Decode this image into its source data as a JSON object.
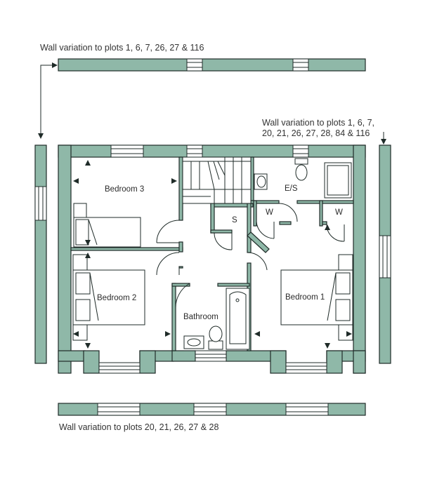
{
  "notes": {
    "top_variation": "Wall variation to plots 1, 6, 7, 26, 27 & 116",
    "right_variation_line1": "Wall variation to plots  1, 6, 7,",
    "right_variation_line2": "20, 21, 26, 27, 28, 84 & 116",
    "bottom_variation": "Wall variation to plots 20, 21, 26, 27 & 28"
  },
  "rooms": {
    "bedroom3": "Bedroom 3",
    "bedroom2": "Bedroom 2",
    "bedroom1": "Bedroom 1",
    "bathroom": "Bathroom",
    "ensuite": "E/S",
    "storage": "S",
    "wardrobe_left": "W",
    "wardrobe_right": "W"
  },
  "colors": {
    "wall": "#8fb8a8",
    "outline": "#1f2b28",
    "text": "#333333"
  }
}
